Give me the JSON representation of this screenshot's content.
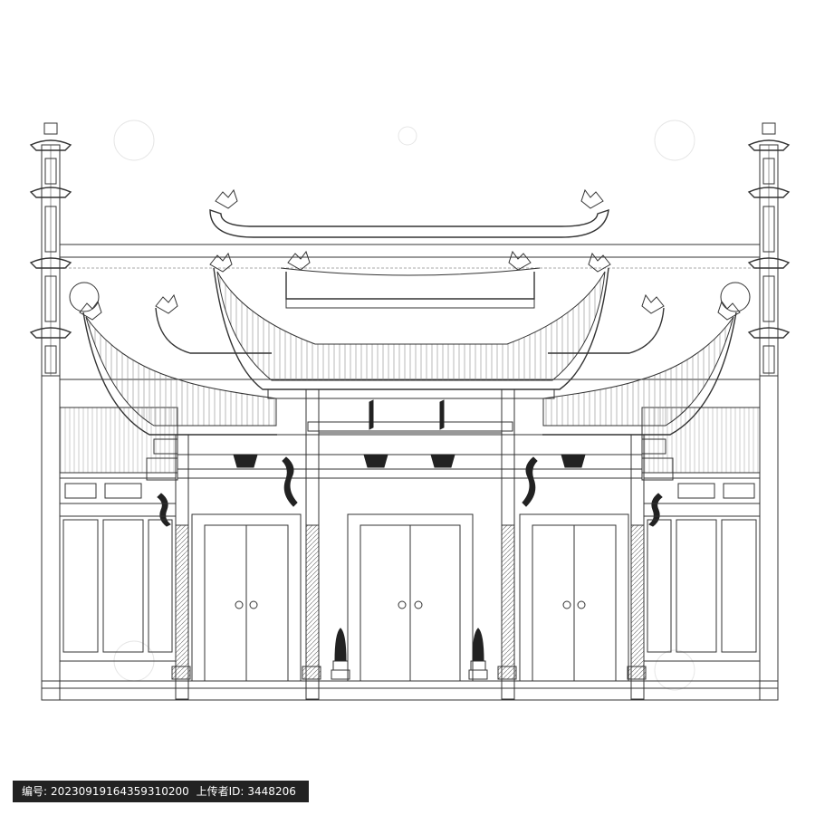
{
  "drawing": {
    "subject": "traditional Chinese memorial gateway elevation line drawing",
    "line_color": "#333333",
    "background_color": "#ffffff"
  },
  "footer": {
    "number_label": "编号:",
    "number_value": "20230919164359310200",
    "uploader_label": "上传者ID:",
    "uploader_value": "3448206",
    "bar_color": "#222222",
    "text_color": "#ffffff"
  }
}
